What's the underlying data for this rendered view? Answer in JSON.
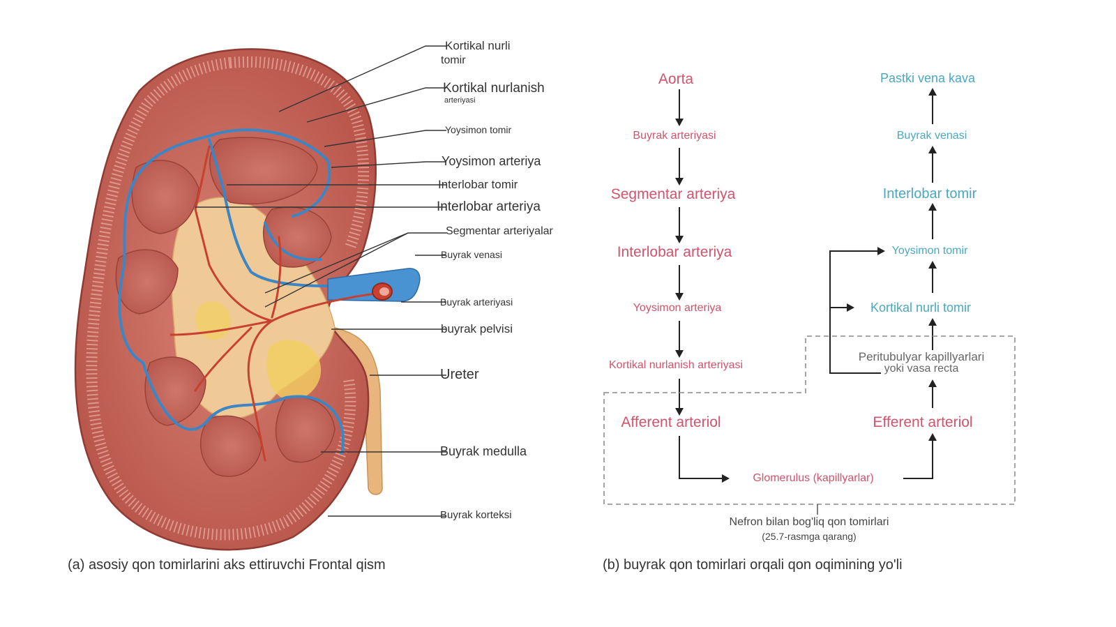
{
  "panel_a": {
    "caption": "(a) asosiy qon tomirlarini aks ettiruvchi Frontal qism",
    "labels": {
      "kortikal_nurli_tomir_1": "Kortikal nurli",
      "kortikal_nurli_tomir_2": "tomir",
      "kortikal_nurlanish_1": "Kortikal nurlanish",
      "kortikal_nurlanish_2": "arteriyasi",
      "yoysimon_tomir": "Yoysimon tomir",
      "yoysimon_arteriya": "Yoysimon arteriya",
      "interlobar_tomir": "Interlobar tomir",
      "interlobar_arteriya": "Interlobar arteriya",
      "segmentar_arteriyalar": "Segmentar arteriyalar",
      "buyrak_venasi": "Buyrak venasi",
      "buyrak_arteriyasi": "Buyrak arteriyasi",
      "buyrak_pelvisi": "buyrak pelvisi",
      "ureter": "Ureter",
      "buyrak_medulla": "Buyrak medulla",
      "buyrak_korteksi": "Buyrak korteksi"
    }
  },
  "panel_b": {
    "caption": "(b) buyrak qon tomirlari orqali qon oqimining yo'li",
    "arterial": {
      "aorta": "Aorta",
      "buyrak_arteriyasi": "Buyrak arteriyasi",
      "segmentar": "Segmentar arteriya",
      "interlobar": "Interlobar arteriya",
      "yoysimon": "Yoysimon arteriya",
      "kortikal": "Kortikal nurlanish arteriyasi",
      "afferent": "Afferent arteriol"
    },
    "glomerulus": "Glomerulus (kapillyarlar)",
    "venous": {
      "vena_kava": "Pastki vena kava",
      "buyrak_venasi": "Buyrak venasi",
      "interlobar": "Interlobar tomir",
      "yoysimon": "Yoysimon tomir",
      "kortikal": "Kortikal nurli tomir",
      "peritubulyar_1": "Peritubulyar kapillyarlari",
      "peritubulyar_2": "yoki vasa recta",
      "efferent": "Efferent arteriol"
    },
    "nefron_note_1": "Nefron bilan bog'liq qon tomirlari",
    "nefron_note_2": "(25.7-rasmga qarang)"
  },
  "colors": {
    "arterial_text": "#d0546b",
    "venous_text": "#4aa8c0",
    "kidney_tissue": "#c8675f",
    "vein": "#3d86c6",
    "artery": "#c8402e"
  }
}
